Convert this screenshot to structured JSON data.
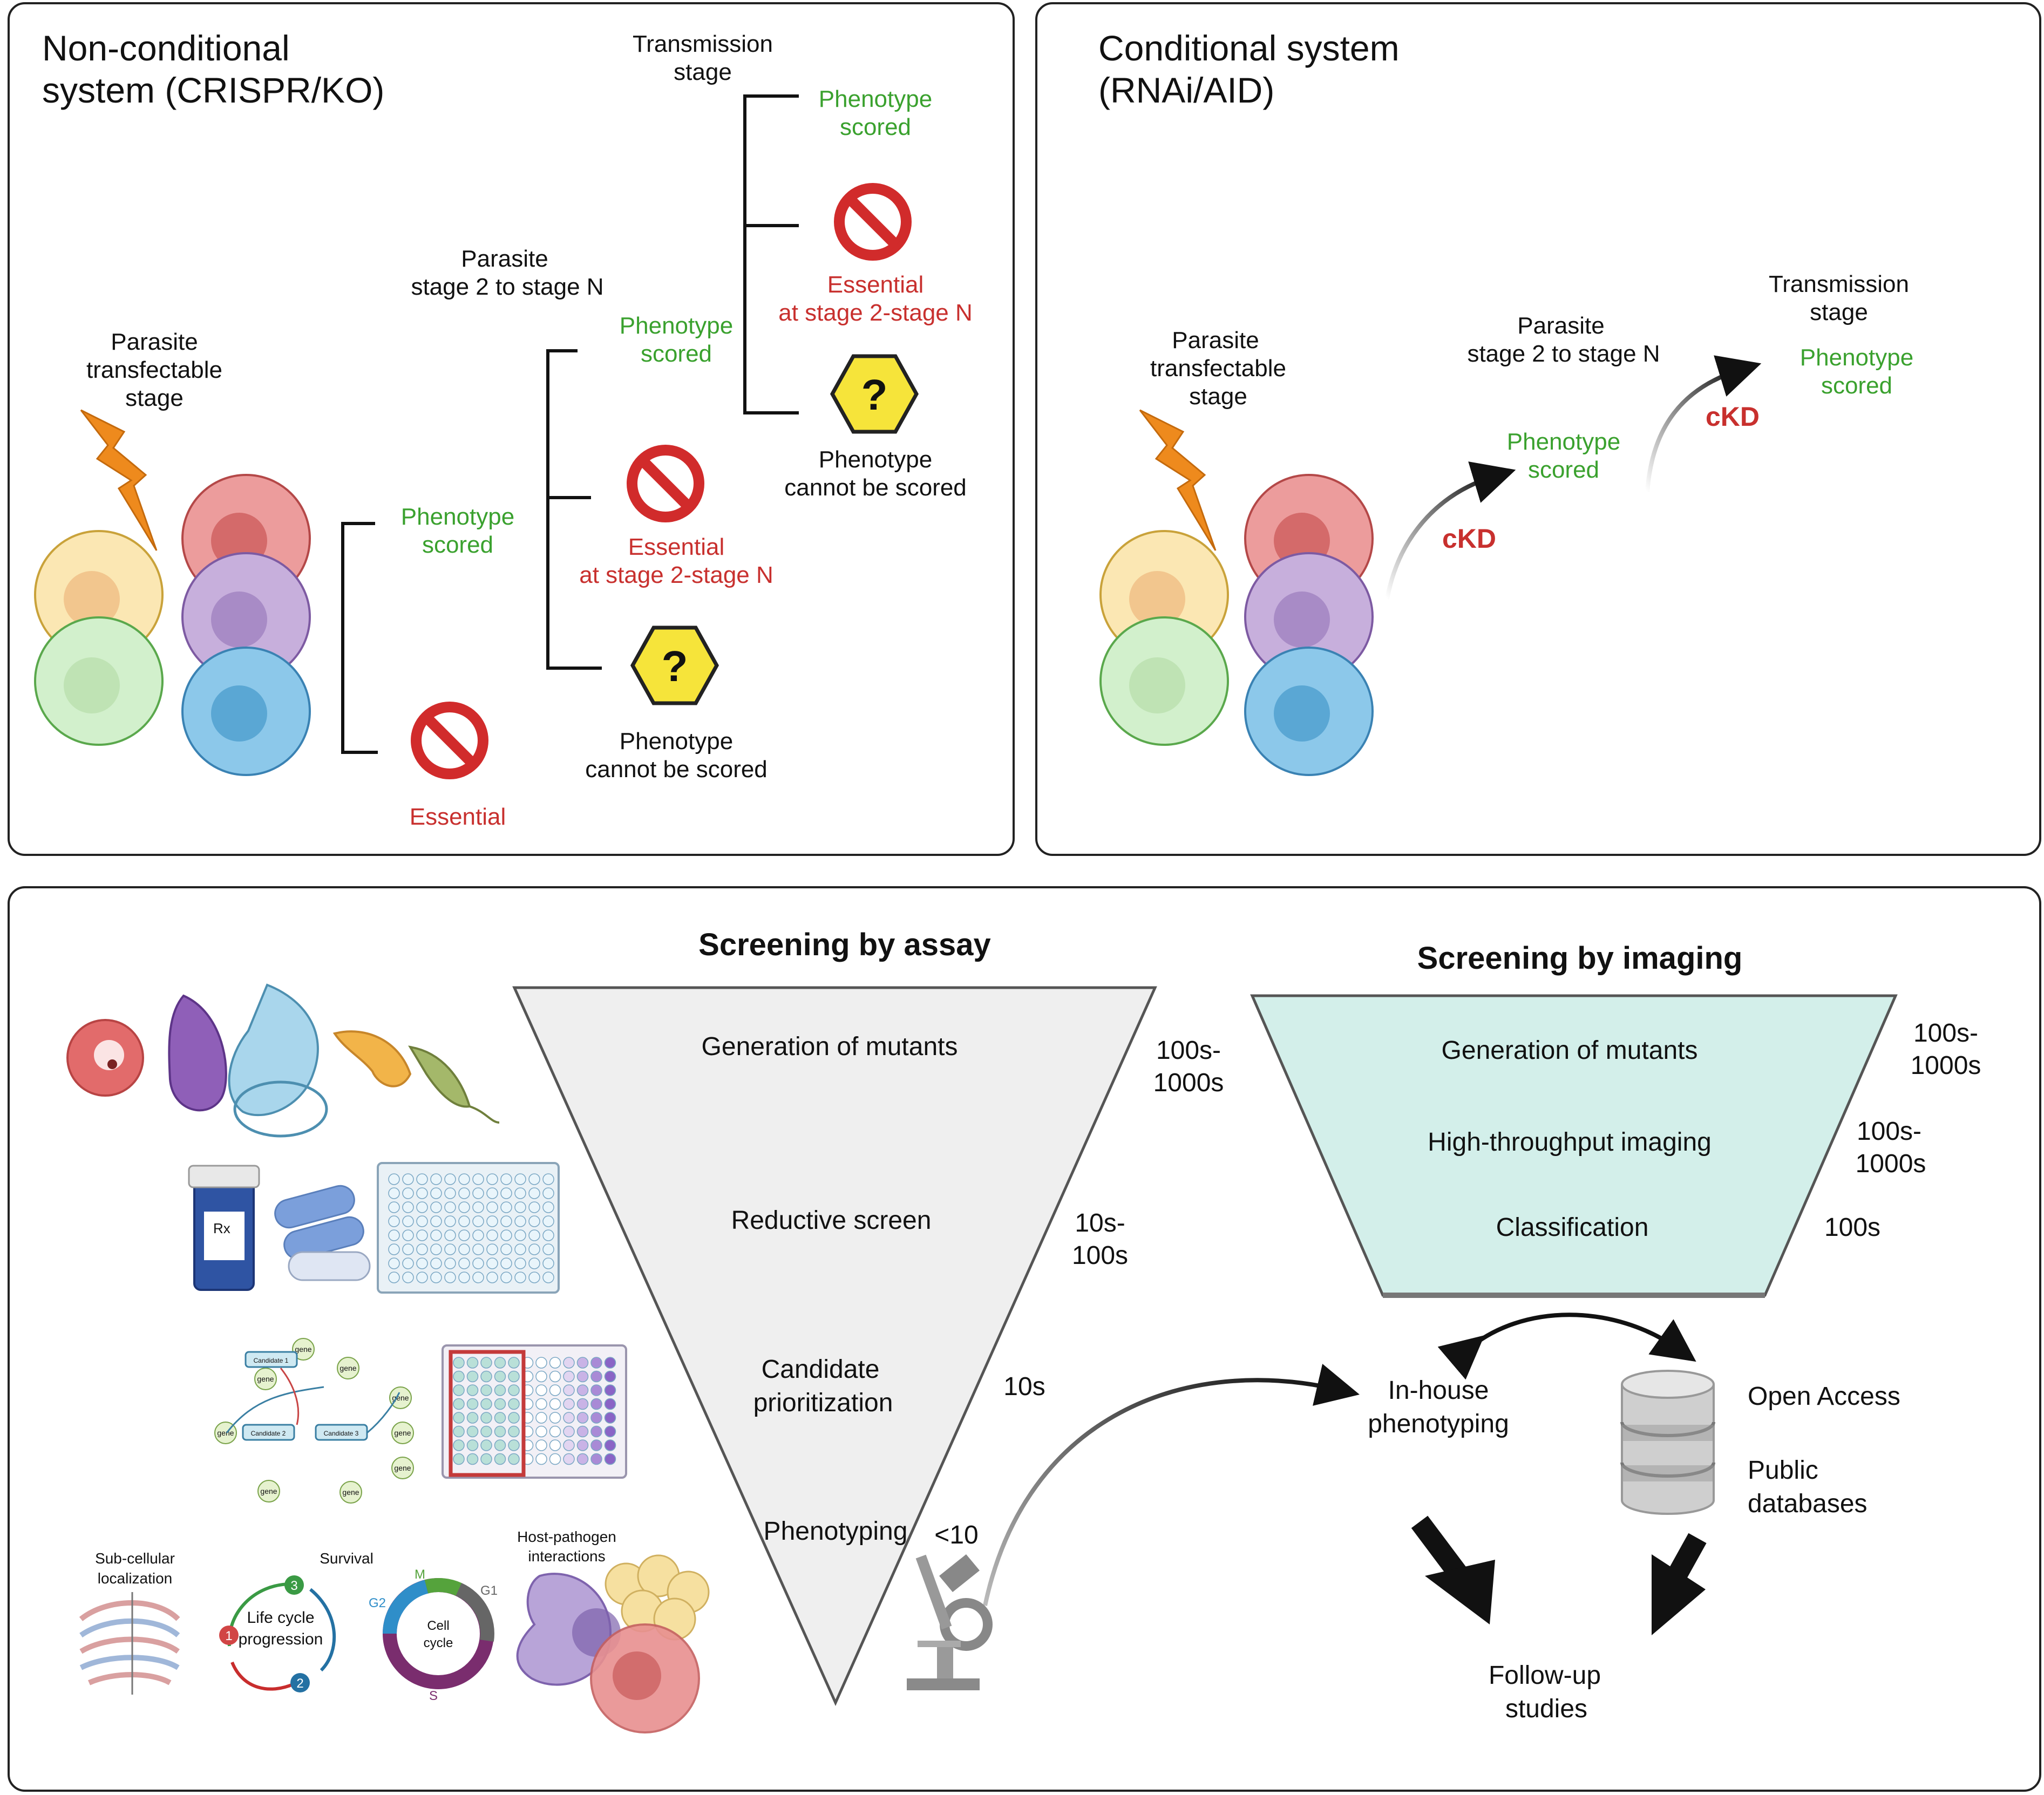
{
  "colors": {
    "phenotype_scored": "#3aa12e",
    "essential": "#c8302e",
    "ckd": "#c8302e",
    "panel_border": "#222222",
    "gray_funnel": "#efefef",
    "teal_funnel": "#d3efea",
    "warning_hex": "#f6e43a",
    "no_sign": "#d12b2b",
    "lightning": "#ee8a1d"
  },
  "panel_noncond": {
    "title_line1": "Non-conditional",
    "title_line2": "system (CRISPR/KO)",
    "transfect_l1": "Parasite",
    "transfect_l2": "transfectable",
    "transfect_l3": "stage",
    "stage2_l1": "Parasite",
    "stage2_l2": "stage 2 to stage N",
    "trans_l1": "Transmission",
    "trans_l2": "stage",
    "scored_l1": "Phenotype",
    "scored_l2": "scored",
    "essential": "Essential",
    "essential_stage_l1": "Essential",
    "essential_stage_l2": "at stage 2-stage N",
    "cannot_l1": "Phenotype",
    "cannot_l2": "cannot be scored",
    "icon_question": "?"
  },
  "panel_cond": {
    "title_line1": "Conditional system",
    "title_line2": "(RNAi/AID)",
    "transfect_l1": "Parasite",
    "transfect_l2": "transfectable",
    "transfect_l3": "stage",
    "stage2_l1": "Parasite",
    "stage2_l2": "stage 2 to stage N",
    "trans_l1": "Transmission",
    "trans_l2": "stage",
    "scored_l1": "Phenotype",
    "scored_l2": "scored",
    "ckd": "cKD"
  },
  "panel_screen": {
    "assay_title": "Screening by assay",
    "imaging_title": "Screening by imaging",
    "assay_steps": {
      "s1": "Generation of  mutants",
      "s2": "Reductive screen",
      "s3_l1": "Candidate",
      "s3_l2": "prioritization",
      "s4": "Phenotyping"
    },
    "assay_counts": {
      "c1_l1": "100s-",
      "c1_l2": "1000s",
      "c2_l1": "10s-",
      "c2_l2": "100s",
      "c3": "10s",
      "c4": "<10"
    },
    "imaging_steps": {
      "s1": "Generation of  mutants",
      "s2": "High-throughput imaging",
      "s3": "Classification"
    },
    "imaging_counts": {
      "c1_l1": "100s-",
      "c1_l2": "1000s",
      "c2_l1": "100s-",
      "c2_l2": "1000s",
      "c3": "100s"
    },
    "inhouse_l1": "In-house",
    "inhouse_l2": "phenotyping",
    "open_access": "Open Access",
    "public_l1": "Public",
    "public_l2": "databases",
    "followup_l1": "Follow-up",
    "followup_l2": "studies",
    "sub_cellular_l1": "Sub-cellular",
    "sub_cellular_l2": "localization",
    "survival": "Survival",
    "host_l1": "Host-pathogen",
    "host_l2": "interactions",
    "lifecycle_l1": "Life cycle",
    "lifecycle_l2": "progression",
    "cellcycle_l1": "Cell",
    "cellcycle_l2": "cycle",
    "cc_m": "M",
    "cc_g1": "G1",
    "cc_g2": "G2",
    "cc_s": "S",
    "lc_1": "1",
    "lc_2": "2",
    "lc_3": "3",
    "gene": "gene",
    "candidate_1": "Candidate 1",
    "candidate_2": "Candidate 2",
    "candidate_3": "Candidate 3",
    "rx": "Rx"
  }
}
